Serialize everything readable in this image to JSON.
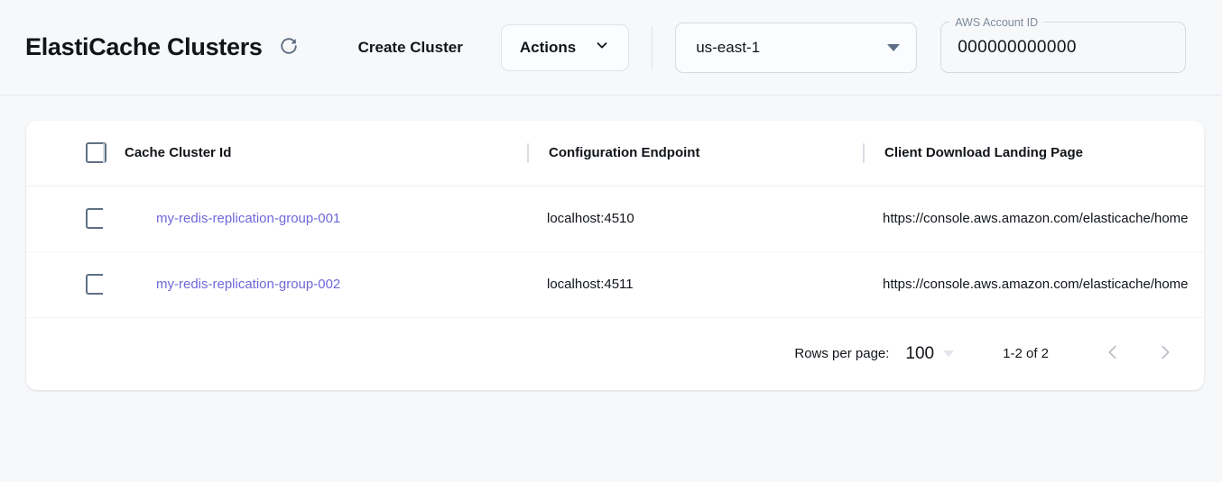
{
  "header": {
    "title": "ElastiCache Clusters",
    "refresh_icon": "refresh-icon",
    "create_cluster_label": "Create Cluster",
    "actions_label": "Actions",
    "actions_caret_icon": "chevron-down-icon",
    "region": {
      "value": "us-east-1",
      "caret_icon": "caret-down-icon"
    },
    "account": {
      "label": "AWS Account ID",
      "value": "000000000000"
    }
  },
  "table": {
    "columns": [
      {
        "key": "checkbox",
        "label": ""
      },
      {
        "key": "cluster_id",
        "label": "Cache Cluster Id"
      },
      {
        "key": "configuration_endpoint",
        "label": "Configuration Endpoint"
      },
      {
        "key": "client_download_landing_page",
        "label": "Client Download Landing Page"
      }
    ],
    "select_all_checkbox": "unchecked",
    "rows": [
      {
        "checkbox": "unchecked",
        "cluster_id": "my-redis-replication-group-001",
        "configuration_endpoint": "localhost:4510",
        "client_download_landing_page": "https://console.aws.amazon.com/elasticache/home"
      },
      {
        "checkbox": "unchecked",
        "cluster_id": "my-redis-replication-group-002",
        "configuration_endpoint": "localhost:4511",
        "client_download_landing_page": "https://console.aws.amazon.com/elasticache/home"
      }
    ]
  },
  "pagination": {
    "rows_per_page_label": "Rows per page:",
    "rows_per_page_value": "100",
    "range_label": "1-2 of 2",
    "prev_icon": "chevron-left-icon",
    "next_icon": "chevron-right-icon"
  },
  "colors": {
    "page_background": "#f7f8fa",
    "card_background": "#ffffff",
    "link": "#6f67da",
    "text": "#11151a",
    "muted": "#7d8b9c",
    "border": "#d5dae0"
  }
}
